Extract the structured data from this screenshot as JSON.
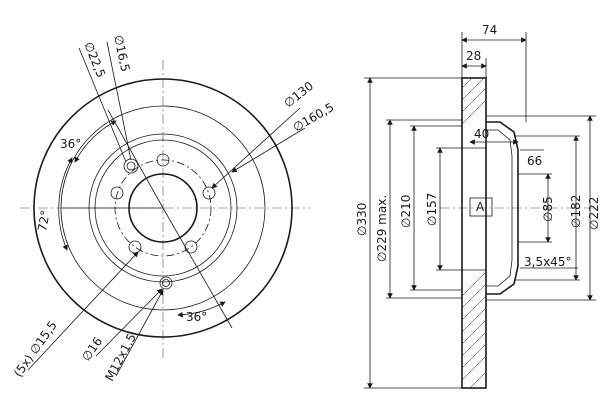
{
  "front_view": {
    "labels": {
      "d_16_5": "∅16,5",
      "d_22_5": "∅22,5",
      "d_130": "∅130",
      "d_160_5": "∅160,5",
      "angle_36_top": "36°",
      "angle_72": "72°",
      "angle_36_bottom": "36°",
      "d_15_5": "(5x) ∅15,5",
      "d_16": "∅16",
      "thread": "M12x1,5"
    }
  },
  "section_view": {
    "labels": {
      "w_74": "74",
      "w_28": "28",
      "w_40": "40",
      "d_66": "66",
      "d_330": "∅330",
      "d_229": "∅229 max.",
      "d_210": "∅210",
      "d_157": "∅157",
      "d_85": "∅85",
      "d_182": "∅182",
      "d_222": "∅222",
      "ref_a": "A",
      "chamfer": "3,5x45°"
    }
  }
}
